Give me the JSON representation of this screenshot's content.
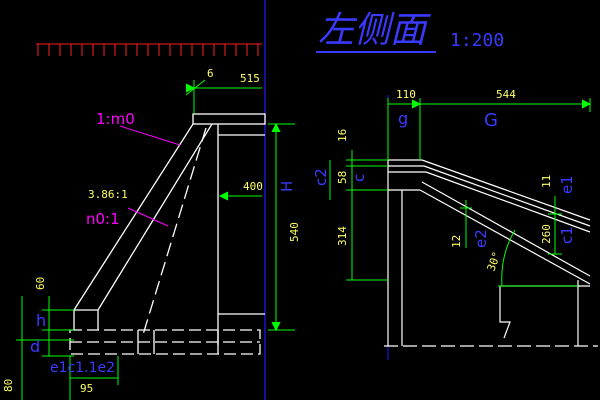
{
  "drawing": {
    "title": "左侧面",
    "scale": "1:200",
    "colors": {
      "background": "#000000",
      "structure": "#ffffff",
      "dimension": "#00ff00",
      "axis": "#1a1aff",
      "ground": "#ff2020",
      "annotation": "#ff00ff",
      "text_dim": "#ffff66",
      "text_title": "#3a3aff"
    }
  },
  "left_view": {
    "top_dim": "515",
    "small_dim": "6",
    "slope_label": "1:m0",
    "slope_ratio": "3.86:1",
    "slope_label2": "n0:1",
    "width_dim": "400",
    "height_dim": "540",
    "height_symbol": "H",
    "dim_60": "60",
    "h_symbol": "h",
    "d_symbol": "d",
    "bottom_labels": "e1c1.1e2",
    "dim_95": "95",
    "dim_80": "80"
  },
  "right_view": {
    "dim_110": "110",
    "dim_544": "544",
    "g_symbol": "g",
    "G_symbol": "G",
    "dim_16": "16",
    "c2_symbol": "c2",
    "dim_58": "58",
    "c_symbol": "c",
    "dim_314": "314",
    "dim_11": "11",
    "e1_symbol": "e1",
    "dim_260": "260",
    "c1_symbol": "c1",
    "dim_12": "12",
    "e2_symbol": "e2",
    "angle": "30°"
  }
}
